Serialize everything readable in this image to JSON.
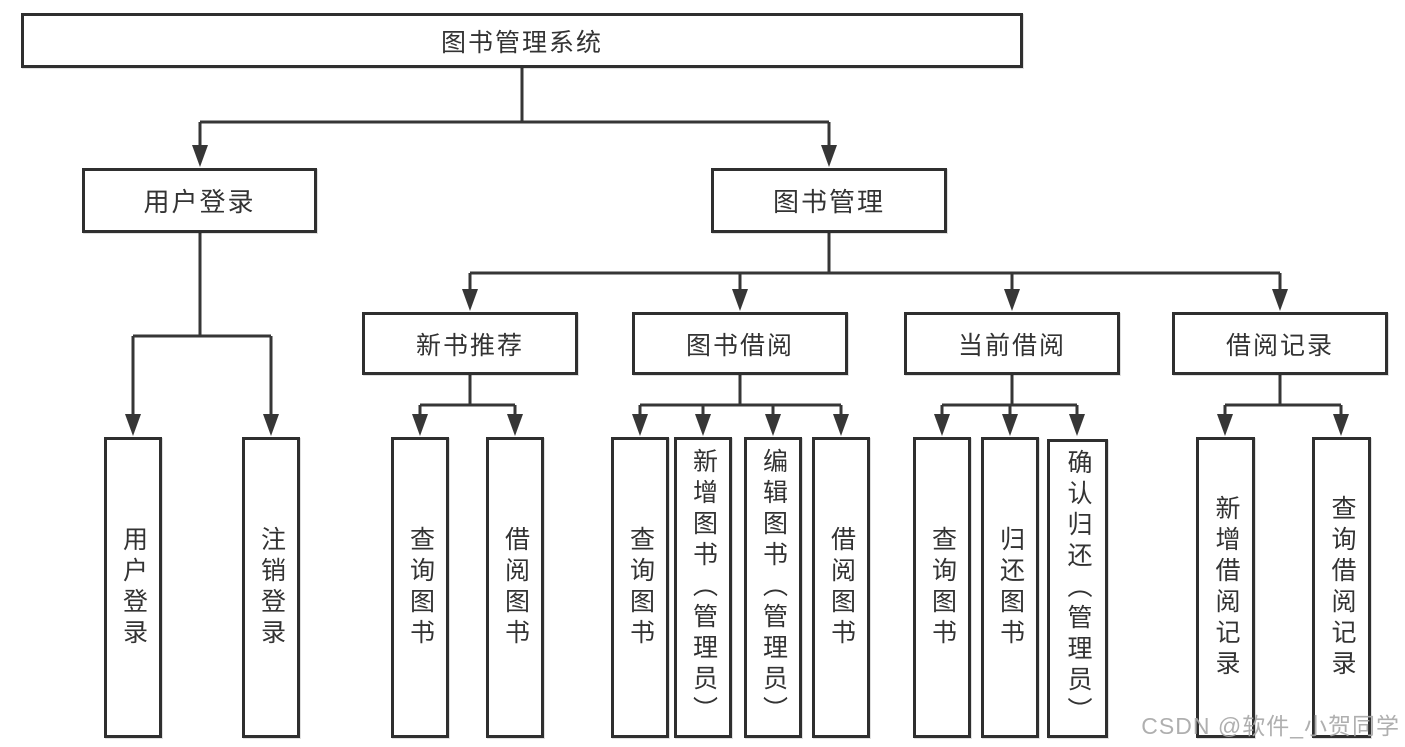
{
  "nodes": {
    "root": {
      "label": "图书管理系统"
    },
    "user_login": {
      "label": "用户登录"
    },
    "book_mgmt": {
      "label": "图书管理"
    },
    "new_book_rec": {
      "label": "新书推荐"
    },
    "book_borrow": {
      "label": "图书借阅"
    },
    "current_borrow": {
      "label": "当前借阅"
    },
    "borrow_records": {
      "label": "借阅记录"
    },
    "leaf_user_login": {
      "label": "用户登录"
    },
    "leaf_logout": {
      "label": "注销登录"
    },
    "leaf_nb_query": {
      "label": "查询图书"
    },
    "leaf_nb_borrow": {
      "label": "借阅图书"
    },
    "leaf_bb_query": {
      "label": "查询图书"
    },
    "leaf_bb_add": {
      "label": "新增图书（管理员）"
    },
    "leaf_bb_edit": {
      "label": "编辑图书（管理员）"
    },
    "leaf_bb_borrow": {
      "label": "借阅图书"
    },
    "leaf_cb_query": {
      "label": "查询图书"
    },
    "leaf_cb_return": {
      "label": "归还图书"
    },
    "leaf_cb_confirm": {
      "label": "确认归还（管理员）"
    },
    "leaf_br_add": {
      "label": "新增借阅记录"
    },
    "leaf_br_query": {
      "label": "查询借阅记录"
    }
  },
  "watermark": {
    "text": "CSDN @软件_小贺同学"
  },
  "colors": {
    "line": "#363636",
    "border": "#2f2f2f",
    "text": "#333333",
    "watermark": "#a8a8a8"
  }
}
